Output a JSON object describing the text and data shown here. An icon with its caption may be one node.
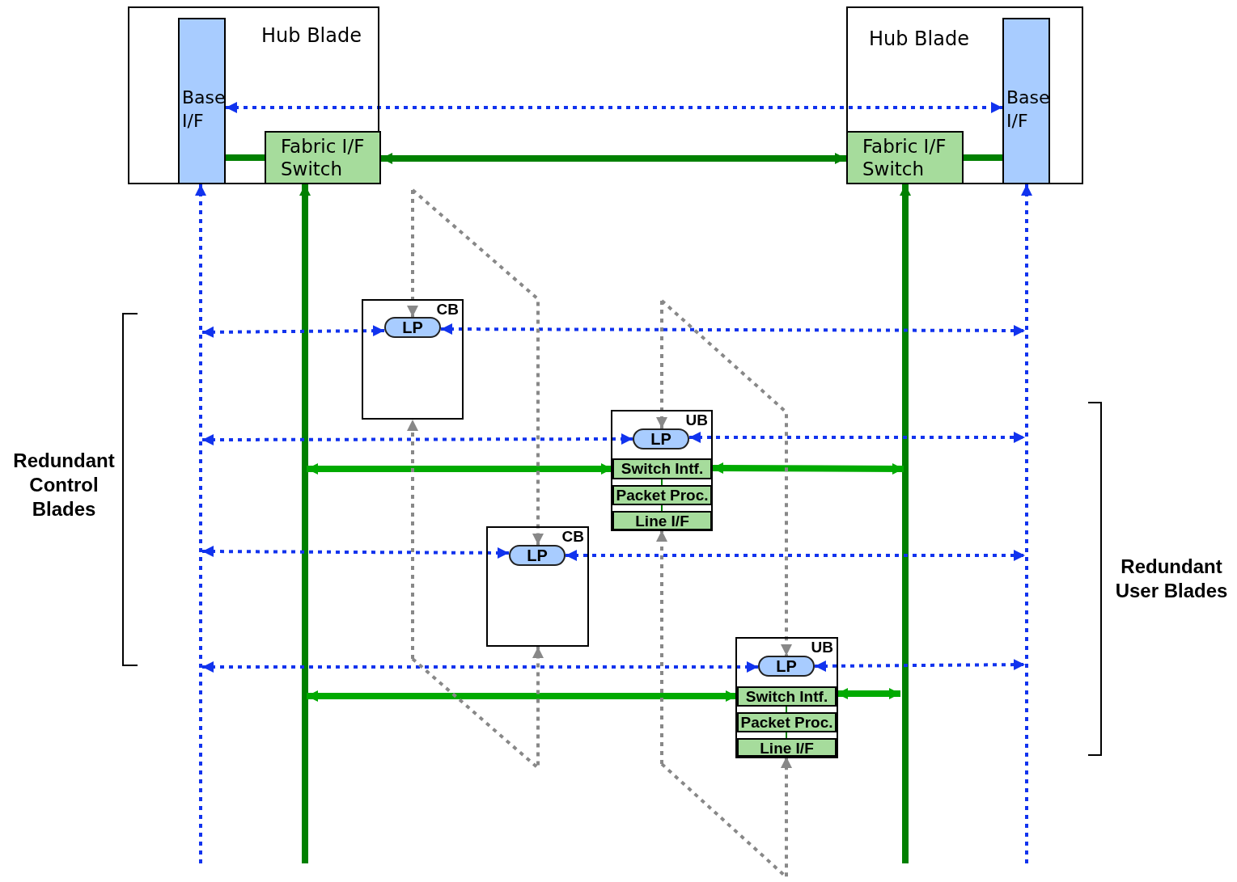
{
  "diagram": {
    "nodes": [
      {
        "text": [
          "Hub Blade"
        ]
      },
      {
        "text": [
          "Base I/F"
        ],
        "in": 0
      },
      {
        "text": [
          "Fabric I/F Switch"
        ],
        "in": 0
      },
      {
        "text": [
          "Hub Blade"
        ]
      },
      {
        "text": [
          "Fabric I/F Switch"
        ],
        "in": 3
      },
      {
        "text": [
          "Base I/F"
        ],
        "in": 3
      },
      {
        "text": [
          "CB"
        ]
      },
      {
        "text": [
          "LP"
        ],
        "in": 6
      },
      {
        "text": [
          "UB"
        ]
      },
      {
        "text": [
          "LP"
        ],
        "in": 8
      },
      {
        "text": [
          "Switch Intf."
        ],
        "in": 8
      },
      {
        "text": [
          "Packet Proc."
        ],
        "in": 8
      },
      {
        "text": [
          "Line I/F"
        ],
        "in": 8
      },
      {
        "text": [
          "CB"
        ]
      },
      {
        "text": [
          "LP"
        ],
        "in": 13
      },
      {
        "text": [
          "UB"
        ]
      },
      {
        "text": [
          "LP"
        ],
        "in": 15
      },
      {
        "text": [
          "Switch Intf."
        ],
        "in": 15
      },
      {
        "text": [
          "Packet Proc."
        ],
        "in": 15
      },
      {
        "text": [
          "Line I/F"
        ],
        "in": 15
      }
    ],
    "edges": [
      {
        "from": 1,
        "to": 5,
        "arrow": "both",
        "style": "dashed"
      },
      {
        "from": 2,
        "to": 4,
        "arrow": "both",
        "style": "thick",
        "color": "#008000"
      },
      {
        "from": 1,
        "to": 2,
        "arrow": "none",
        "style": "thick",
        "color": "#008000"
      },
      {
        "from": 4,
        "to": 5,
        "arrow": "none",
        "style": "thick",
        "color": "#008000"
      },
      {
        "from": null,
        "to": 1,
        "arrow": "to",
        "style": "dashed"
      },
      {
        "from": null,
        "to": 2,
        "arrow": "to",
        "style": "thick",
        "color": "#008000"
      },
      {
        "from": null,
        "to": 4,
        "arrow": "to",
        "style": "thick",
        "color": "#008000"
      },
      {
        "from": null,
        "to": 5,
        "arrow": "to",
        "style": "dashed"
      },
      {
        "from": null,
        "to": 7,
        "arrow": "both",
        "style": "dashed"
      },
      {
        "from": 7,
        "to": null,
        "arrow": "both",
        "style": "dashed"
      },
      {
        "from": null,
        "to": 9,
        "arrow": "both",
        "style": "dashed"
      },
      {
        "from": 9,
        "to": null,
        "arrow": "both",
        "style": "dashed"
      },
      {
        "from": null,
        "to": 10,
        "arrow": "both",
        "style": "thick",
        "color": "#00aa00"
      },
      {
        "from": 10,
        "to": null,
        "arrow": "both",
        "style": "thick",
        "color": "#00aa00"
      },
      {
        "from": null,
        "to": 14,
        "arrow": "both",
        "style": "dashed"
      },
      {
        "from": 14,
        "to": null,
        "arrow": "both",
        "style": "dashed"
      },
      {
        "from": null,
        "to": 16,
        "arrow": "both",
        "style": "dashed"
      },
      {
        "from": 16,
        "to": null,
        "arrow": "both",
        "style": "dashed"
      },
      {
        "from": null,
        "to": 17,
        "arrow": "both",
        "style": "thick",
        "color": "#00aa00"
      },
      {
        "from": 17,
        "to": null,
        "arrow": "both",
        "style": "thick",
        "color": "#00aa00"
      },
      {
        "from": 10,
        "to": 11,
        "arrow": "none",
        "color": "#008000"
      },
      {
        "from": 11,
        "to": 12,
        "arrow": "none",
        "color": "#008000"
      },
      {
        "from": 17,
        "to": 18,
        "arrow": "none",
        "color": "#008000"
      },
      {
        "from": 18,
        "to": 19,
        "arrow": "none",
        "color": "#008000"
      },
      {
        "from": null,
        "to": 7,
        "arrow": "to",
        "style": "dashed",
        "color": "#888888"
      },
      {
        "from": null,
        "to": 6,
        "arrow": "to",
        "style": "dashed",
        "color": "#888888"
      },
      {
        "from": null,
        "to": 14,
        "arrow": "to",
        "style": "dashed",
        "color": "#888888"
      },
      {
        "from": null,
        "to": 13,
        "arrow": "to",
        "style": "dashed",
        "color": "#888888"
      },
      {
        "from": null,
        "to": 9,
        "arrow": "to",
        "style": "dashed",
        "color": "#888888"
      },
      {
        "from": null,
        "to": 12,
        "arrow": "to",
        "style": "dashed",
        "color": "#888888"
      },
      {
        "from": null,
        "to": 16,
        "arrow": "to",
        "style": "dashed",
        "color": "#888888"
      },
      {
        "from": null,
        "to": 19,
        "arrow": "to",
        "style": "dashed",
        "color": "#888888"
      }
    ],
    "labels": [
      "Redundant Control Blades",
      "Redundant User Blades"
    ]
  }
}
